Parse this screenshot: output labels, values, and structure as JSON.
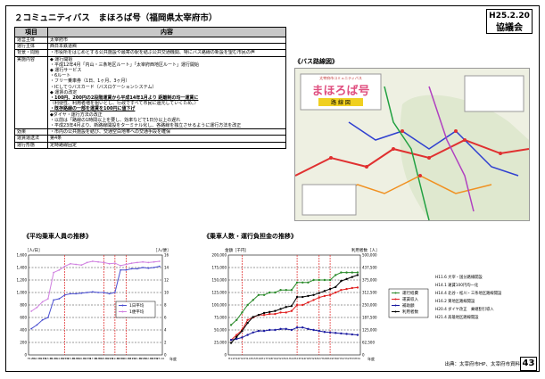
{
  "page": {
    "title": "２コミュニティバス　まほろば号（福岡県太宰府市）",
    "badge_date": "H25.2.20",
    "badge_label": "協議会",
    "page_number": "43",
    "source": "出典：太宰府市HP、太宰府市資料"
  },
  "table": {
    "headers": [
      "項目",
      "内容"
    ],
    "rows": [
      {
        "key": "運営主体",
        "lines": [
          "太宰府市"
        ]
      },
      {
        "key": "運行主体",
        "lines": [
          "西日本鉄道㈱"
        ]
      },
      {
        "key": "背景・問題",
        "lines": [
          "・市役所をはじめとする公共施設や最寄の駅を結ぶ公共交通機関、特にバス路線の新設を望む市民の声"
        ]
      },
      {
        "key": "実施内容",
        "lines": [
          "◆ 運行開始",
          "・平成12年4月「内山・三条地区ルート」「太宰府西地区ルート」運行開始",
          "◆ 運行サービス",
          "・6ルート",
          "・フリー乗車券（1日、1ヶ月、3ヶ月）",
          "・ICしてつバスカード（バスロケーションシステム）",
          "◆ 運賃の改定",
          "・100円、200円の2段階運賃から平成14年1月より 距離制の均一運賃に",
          "（利便性、利用者増を狙いとし、行政ですべて市民に還元していくため。）",
          "・既存路線の一部を運賃を100円に値下げ",
          "◆ダイヤ・運行方法の改正",
          "・以前は「路線の1時間以上を要し、効率などで1日分以上の遅れ",
          "・平成23年4月より、新路線開設をターミナル化し、各路線を独立させるように運行方法を改正"
        ]
      },
      {
        "key": "効果",
        "lines": [
          "・市内の公共施設を結び、交通空白地帯への交通手段を確保"
        ]
      },
      {
        "key": "運賃運送法",
        "lines": [
          "第4条"
        ]
      },
      {
        "key": "運行形態",
        "lines": [
          "定時路線固定"
        ]
      }
    ]
  },
  "map": {
    "heading": "《バス路線図》",
    "logo_small": "太宰府市コミュニティバス",
    "logo_main": "まほろば号",
    "logo_sub": "路 線 図"
  },
  "chart_left": {
    "heading": "《平均乗車人員の推移》",
    "left_unit": "［人/日］",
    "right_unit": "［人/便］",
    "x_unit": "年度",
    "legend": [
      "1日平均",
      "1便平均"
    ],
    "colors": {
      "daily": "#4a4fd0",
      "per_trip": "#d080e0"
    }
  },
  "chart_right": {
    "heading": "《乗車人数・運行負担金の推移》",
    "left_unit": "金額［千円］",
    "right_unit": "利用者数［人］",
    "x_unit": "年度",
    "legend": [
      "運行経費",
      "運賃収入",
      "補助額",
      "利用者数"
    ],
    "colors": {
      "cost": "#2a8a2a",
      "fare": "#e02020",
      "subsidy": "#1a1aa0",
      "riders": "#000000"
    },
    "notes": [
      "H11.6 大宰・国分路線開設",
      "H14.1 運賃100円均一化",
      "H14.4 北谷・松川・三条地区路線開設",
      "H16.2 東地区路線開設",
      "H20.4 ダイヤ改正　乗継割引導入",
      "H21.4 高雄地区路線開設"
    ]
  },
  "chart_data": [
    {
      "type": "line",
      "title": "《平均乗車人員の推移》",
      "x": [
        "H12.4",
        "H12.10",
        "H13.4",
        "H13.10",
        "H14.4",
        "H14.10",
        "H15.4",
        "H15.10",
        "H16.4",
        "H16.10",
        "H17.4",
        "H17.10",
        "H18.4",
        "H18.10",
        "H19.4",
        "H19.10",
        "H20.4",
        "H20.10",
        "H21.4",
        "H21.10",
        "H22.4",
        "H22.10",
        "H23.4",
        "H23.10"
      ],
      "ylabel": "［人/日］",
      "ylim": [
        0,
        1600
      ],
      "y2label": "［人/便］",
      "y2lim": [
        0,
        16
      ],
      "series": [
        {
          "name": "1日平均",
          "values": [
            420,
            480,
            560,
            600,
            880,
            900,
            960,
            980,
            980,
            990,
            1000,
            1010,
            1000,
            1000,
            980,
            1000,
            1360,
            1360,
            1380,
            1380,
            1400,
            1390,
            1400,
            1420
          ]
        },
        {
          "name": "1便平均",
          "values": [
            7.0,
            7.6,
            8.5,
            9.0,
            13.2,
            13.6,
            14.2,
            14.6,
            14.5,
            14.4,
            14.8,
            15.0,
            14.9,
            14.8,
            14.6,
            14.7,
            14.3,
            14.5,
            14.7,
            14.8,
            14.9,
            14.8,
            14.9,
            15.0
          ]
        }
      ]
    },
    {
      "type": "line",
      "title": "《乗車人数・運行負担金の推移》",
      "x": [
        "H11",
        "H12",
        "H13",
        "H14",
        "H15",
        "H16",
        "H17",
        "H18",
        "H19",
        "H20",
        "H21",
        "H22",
        "H23",
        "H24",
        "H25",
        "H26",
        "H27",
        "H28",
        "H29",
        "H30",
        "H31",
        "H32",
        "H33",
        "H34"
      ],
      "ylabel": "金額［千円］",
      "ylim": [
        0,
        200000
      ],
      "y2label": "利用者数［人］",
      "y2lim": [
        0,
        500000
      ],
      "series": [
        {
          "name": "運行経費",
          "values": [
            60000,
            70000,
            85000,
            100000,
            110000,
            120000,
            120000,
            125000,
            125000,
            130000,
            130000,
            130000,
            145000,
            145000,
            145000,
            150000,
            150000,
            150000,
            150000,
            160000,
            165000,
            165000,
            165000,
            165000
          ]
        },
        {
          "name": "運賃収入",
          "values": [
            30000,
            40000,
            50000,
            70000,
            75000,
            80000,
            80000,
            82000,
            82000,
            85000,
            85000,
            88000,
            100000,
            100000,
            105000,
            110000,
            115000,
            118000,
            120000,
            125000,
            130000,
            132000,
            134000,
            135000
          ]
        },
        {
          "name": "補助額",
          "values": [
            30000,
            32000,
            35000,
            40000,
            45000,
            48000,
            48000,
            50000,
            50000,
            52000,
            52000,
            50000,
            55000,
            55000,
            52000,
            50000,
            48000,
            46000,
            45000,
            44000,
            43000,
            42000,
            41000,
            40000
          ]
        },
        {
          "name": "利用者数",
          "values": [
            60000,
            90000,
            120000,
            160000,
            190000,
            200000,
            210000,
            215000,
            220000,
            230000,
            240000,
            245000,
            290000,
            290000,
            295000,
            300000,
            310000,
            320000,
            330000,
            340000,
            370000,
            380000,
            390000,
            400000
          ]
        }
      ]
    }
  ]
}
